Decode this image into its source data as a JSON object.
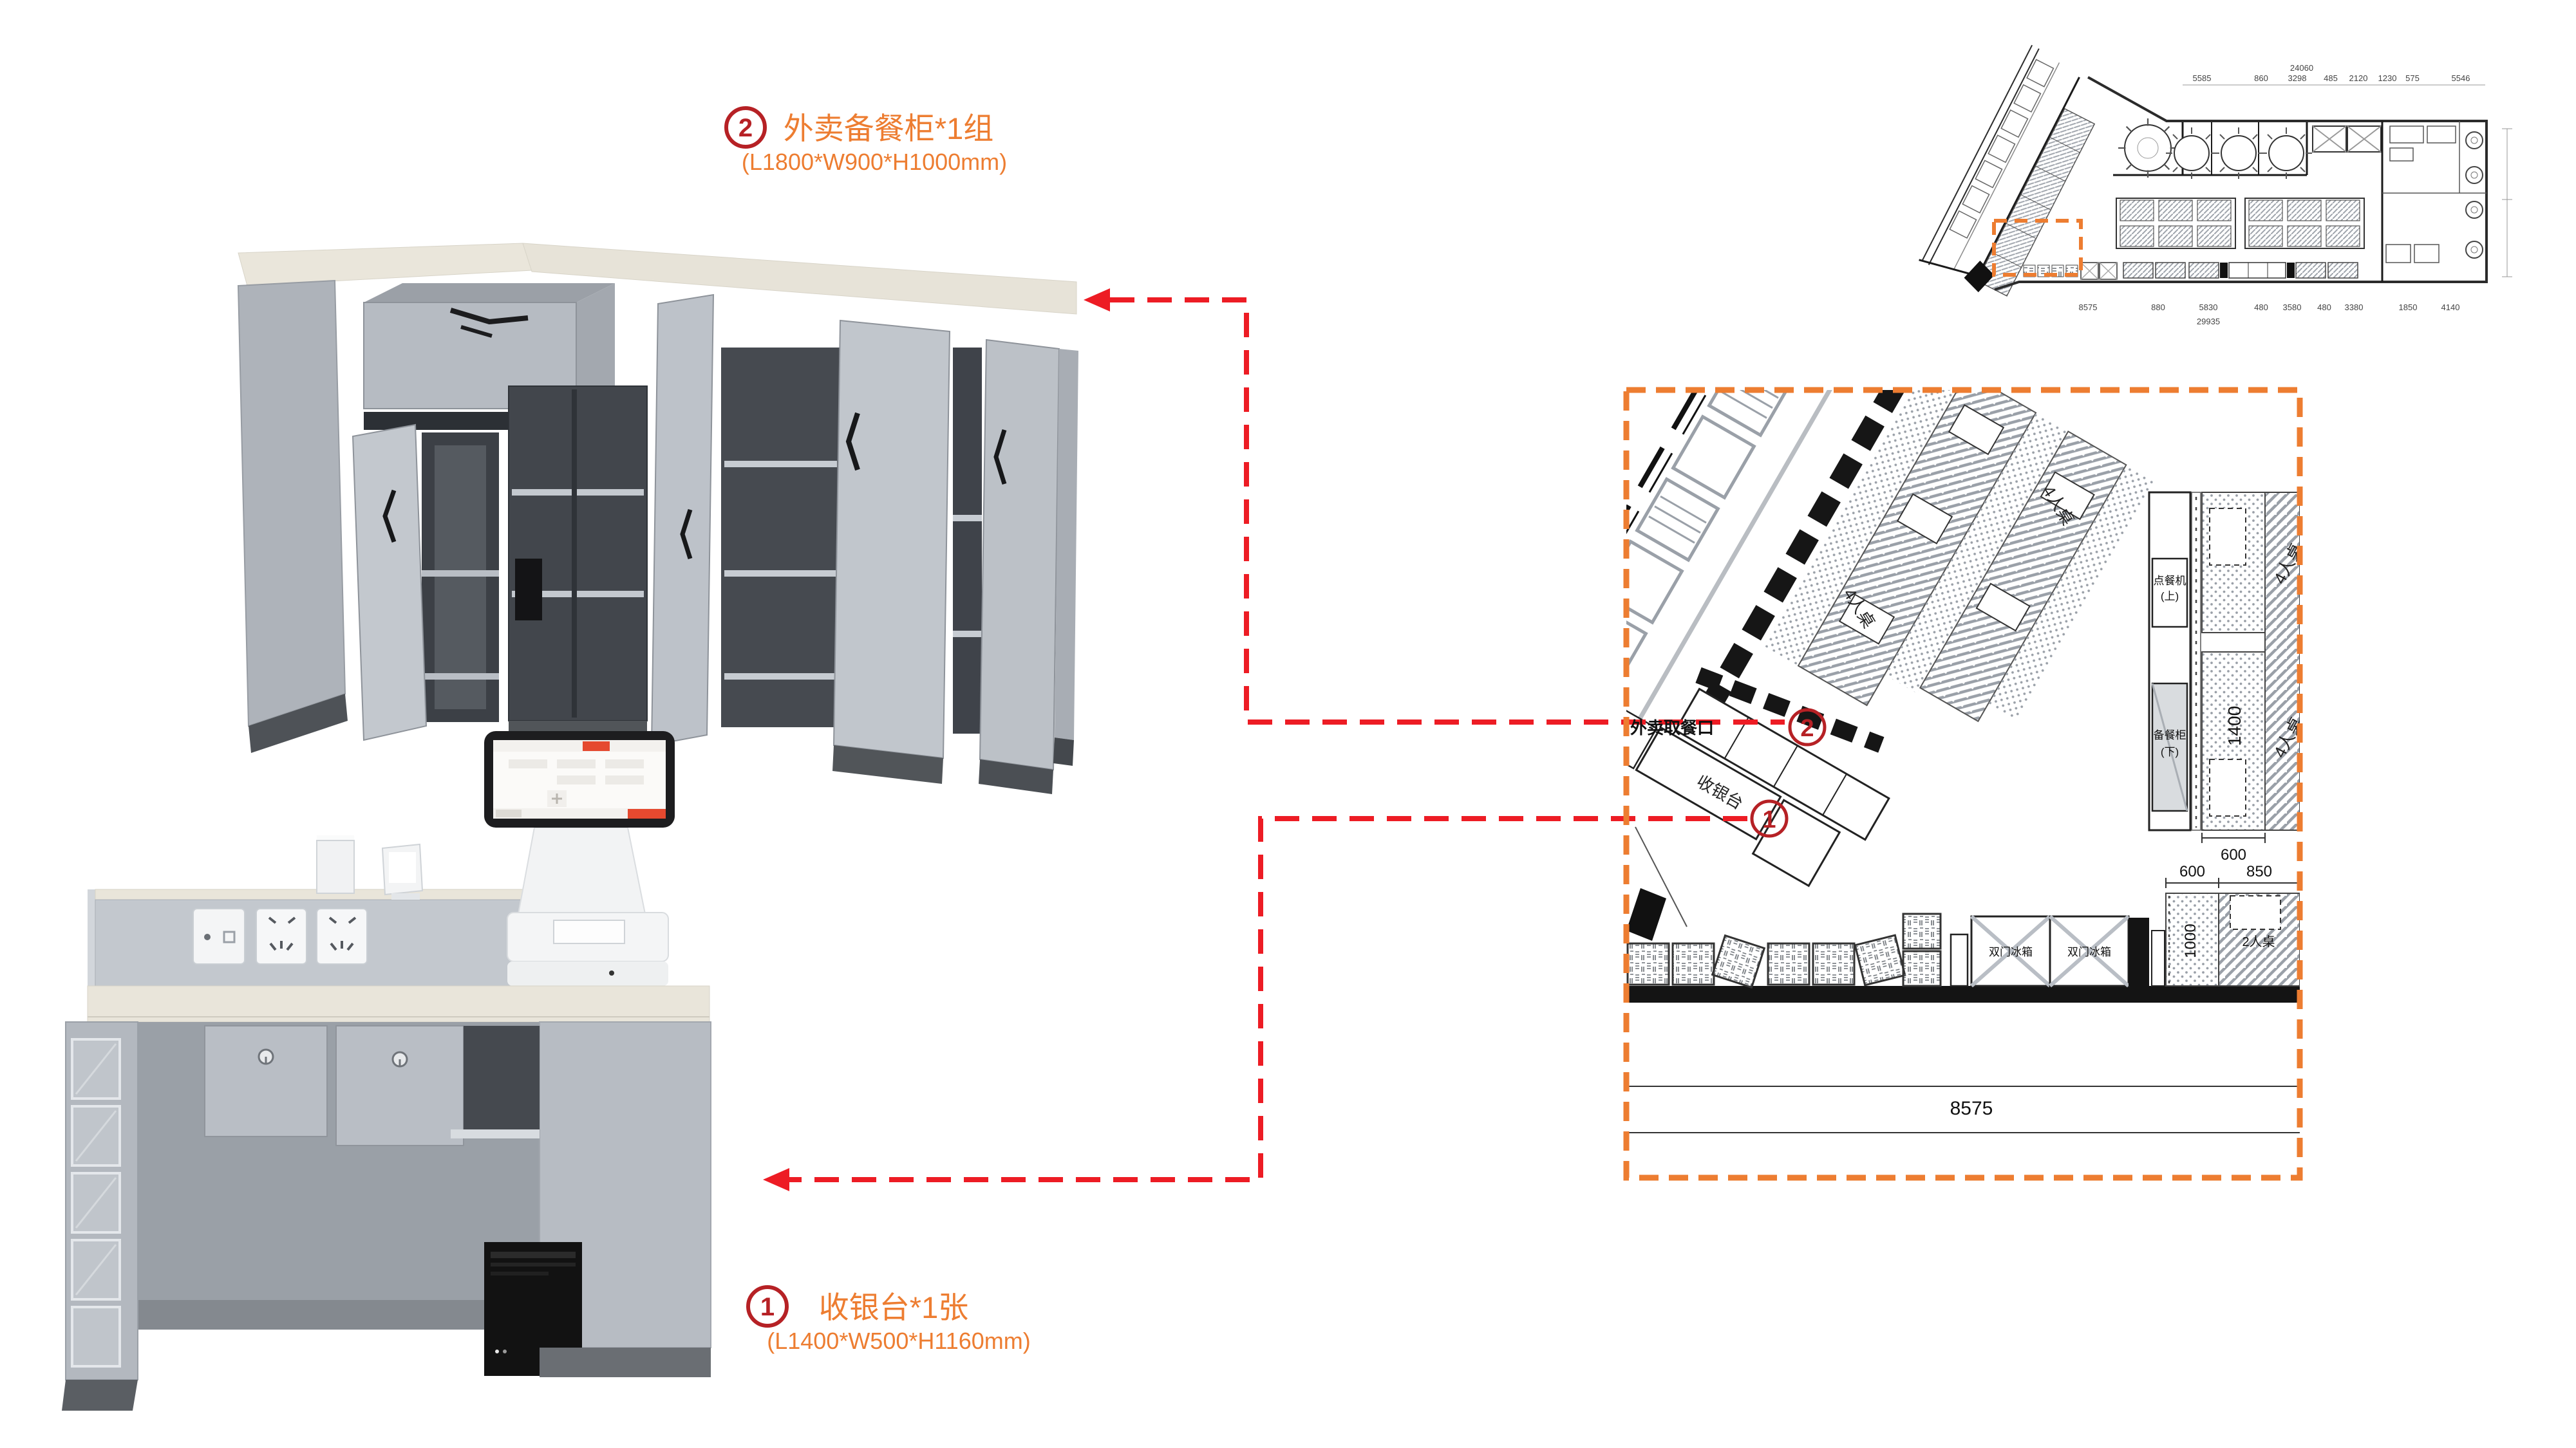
{
  "page": {
    "background": "#ffffff"
  },
  "callouts": {
    "item2": {
      "number": "2",
      "title": "外卖备餐柜*1组",
      "size": "(L1800*W900*H1000mm)"
    },
    "item1": {
      "number": "1",
      "title": "收银台*1张",
      "size": "(L1400*W500*H1160mm)"
    }
  },
  "detail_plan": {
    "marker_2": "2",
    "marker_1": "1",
    "takeout_window": "外卖取餐口",
    "cashier": "收银台",
    "table_4": "4人桌",
    "table_2": "2人桌",
    "fridge": "双门冰箱",
    "order_machine_top": "点餐机",
    "order_machine_bottom": "(上)",
    "prep_cab_top": "备餐柜",
    "prep_cab_bottom": "(下)",
    "dim_strip_600": "600",
    "dim_1400": "1400",
    "dim_600": "600",
    "dim_850": "850",
    "dim_1000": "1000",
    "dim_total": "8575"
  },
  "overview_plan": {
    "dim_total_top": "24060",
    "dims_top": [
      "5585",
      "860",
      "3298",
      "485",
      "2120",
      "1230",
      "575",
      "5546"
    ],
    "dims_bottom": [
      "8575",
      "880",
      "5830",
      "480",
      "3580",
      "480",
      "3380",
      "1850",
      "4140"
    ],
    "dim_total_bottom": "29935"
  },
  "colors": {
    "accent_orange": "#ED7D31",
    "marker_red": "#B62125",
    "arrow_red": "#ED1C24",
    "cabinet_gray": "#b7bcc3",
    "counter_cream": "#e9e5da"
  }
}
